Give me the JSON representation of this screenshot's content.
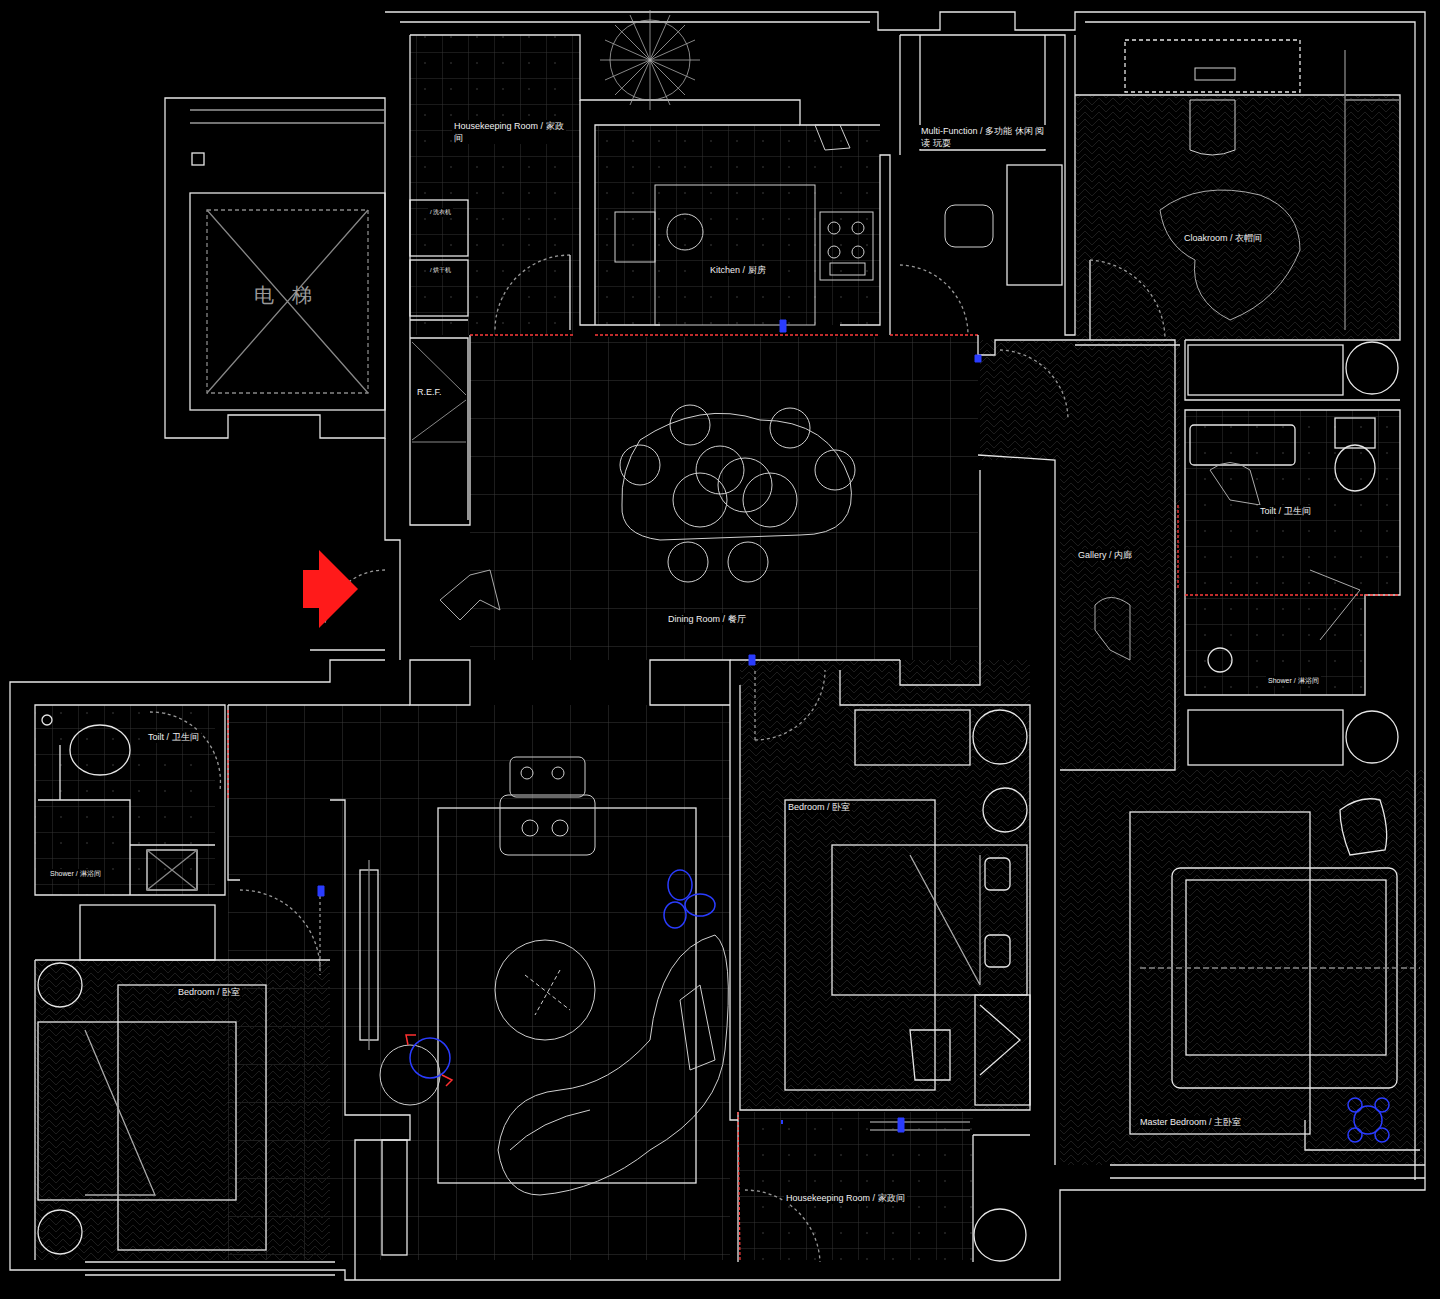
{
  "diagram": {
    "labels": [
      "Housekeeping Room / 家政间",
      "/ 洗衣机",
      "/ 烘干机",
      "Kitchen / 厨房",
      "Multi-Function / 多功能 休闲 阅读 玩耍",
      "Cloakroom / 衣帽间",
      "电梯",
      "R.E.F.",
      "Dining Room / 餐厅",
      "Toilt / 卫生间",
      "Gallery / 内廊",
      "Shower / 淋浴间",
      "Toilt / 卫生间",
      "Shower / 淋浴间",
      "Bedroom / 卧室",
      "Bedroom / 卧室",
      "Master Bedroom / 主卧室",
      "Housekeeping Room / 家政间"
    ]
  }
}
